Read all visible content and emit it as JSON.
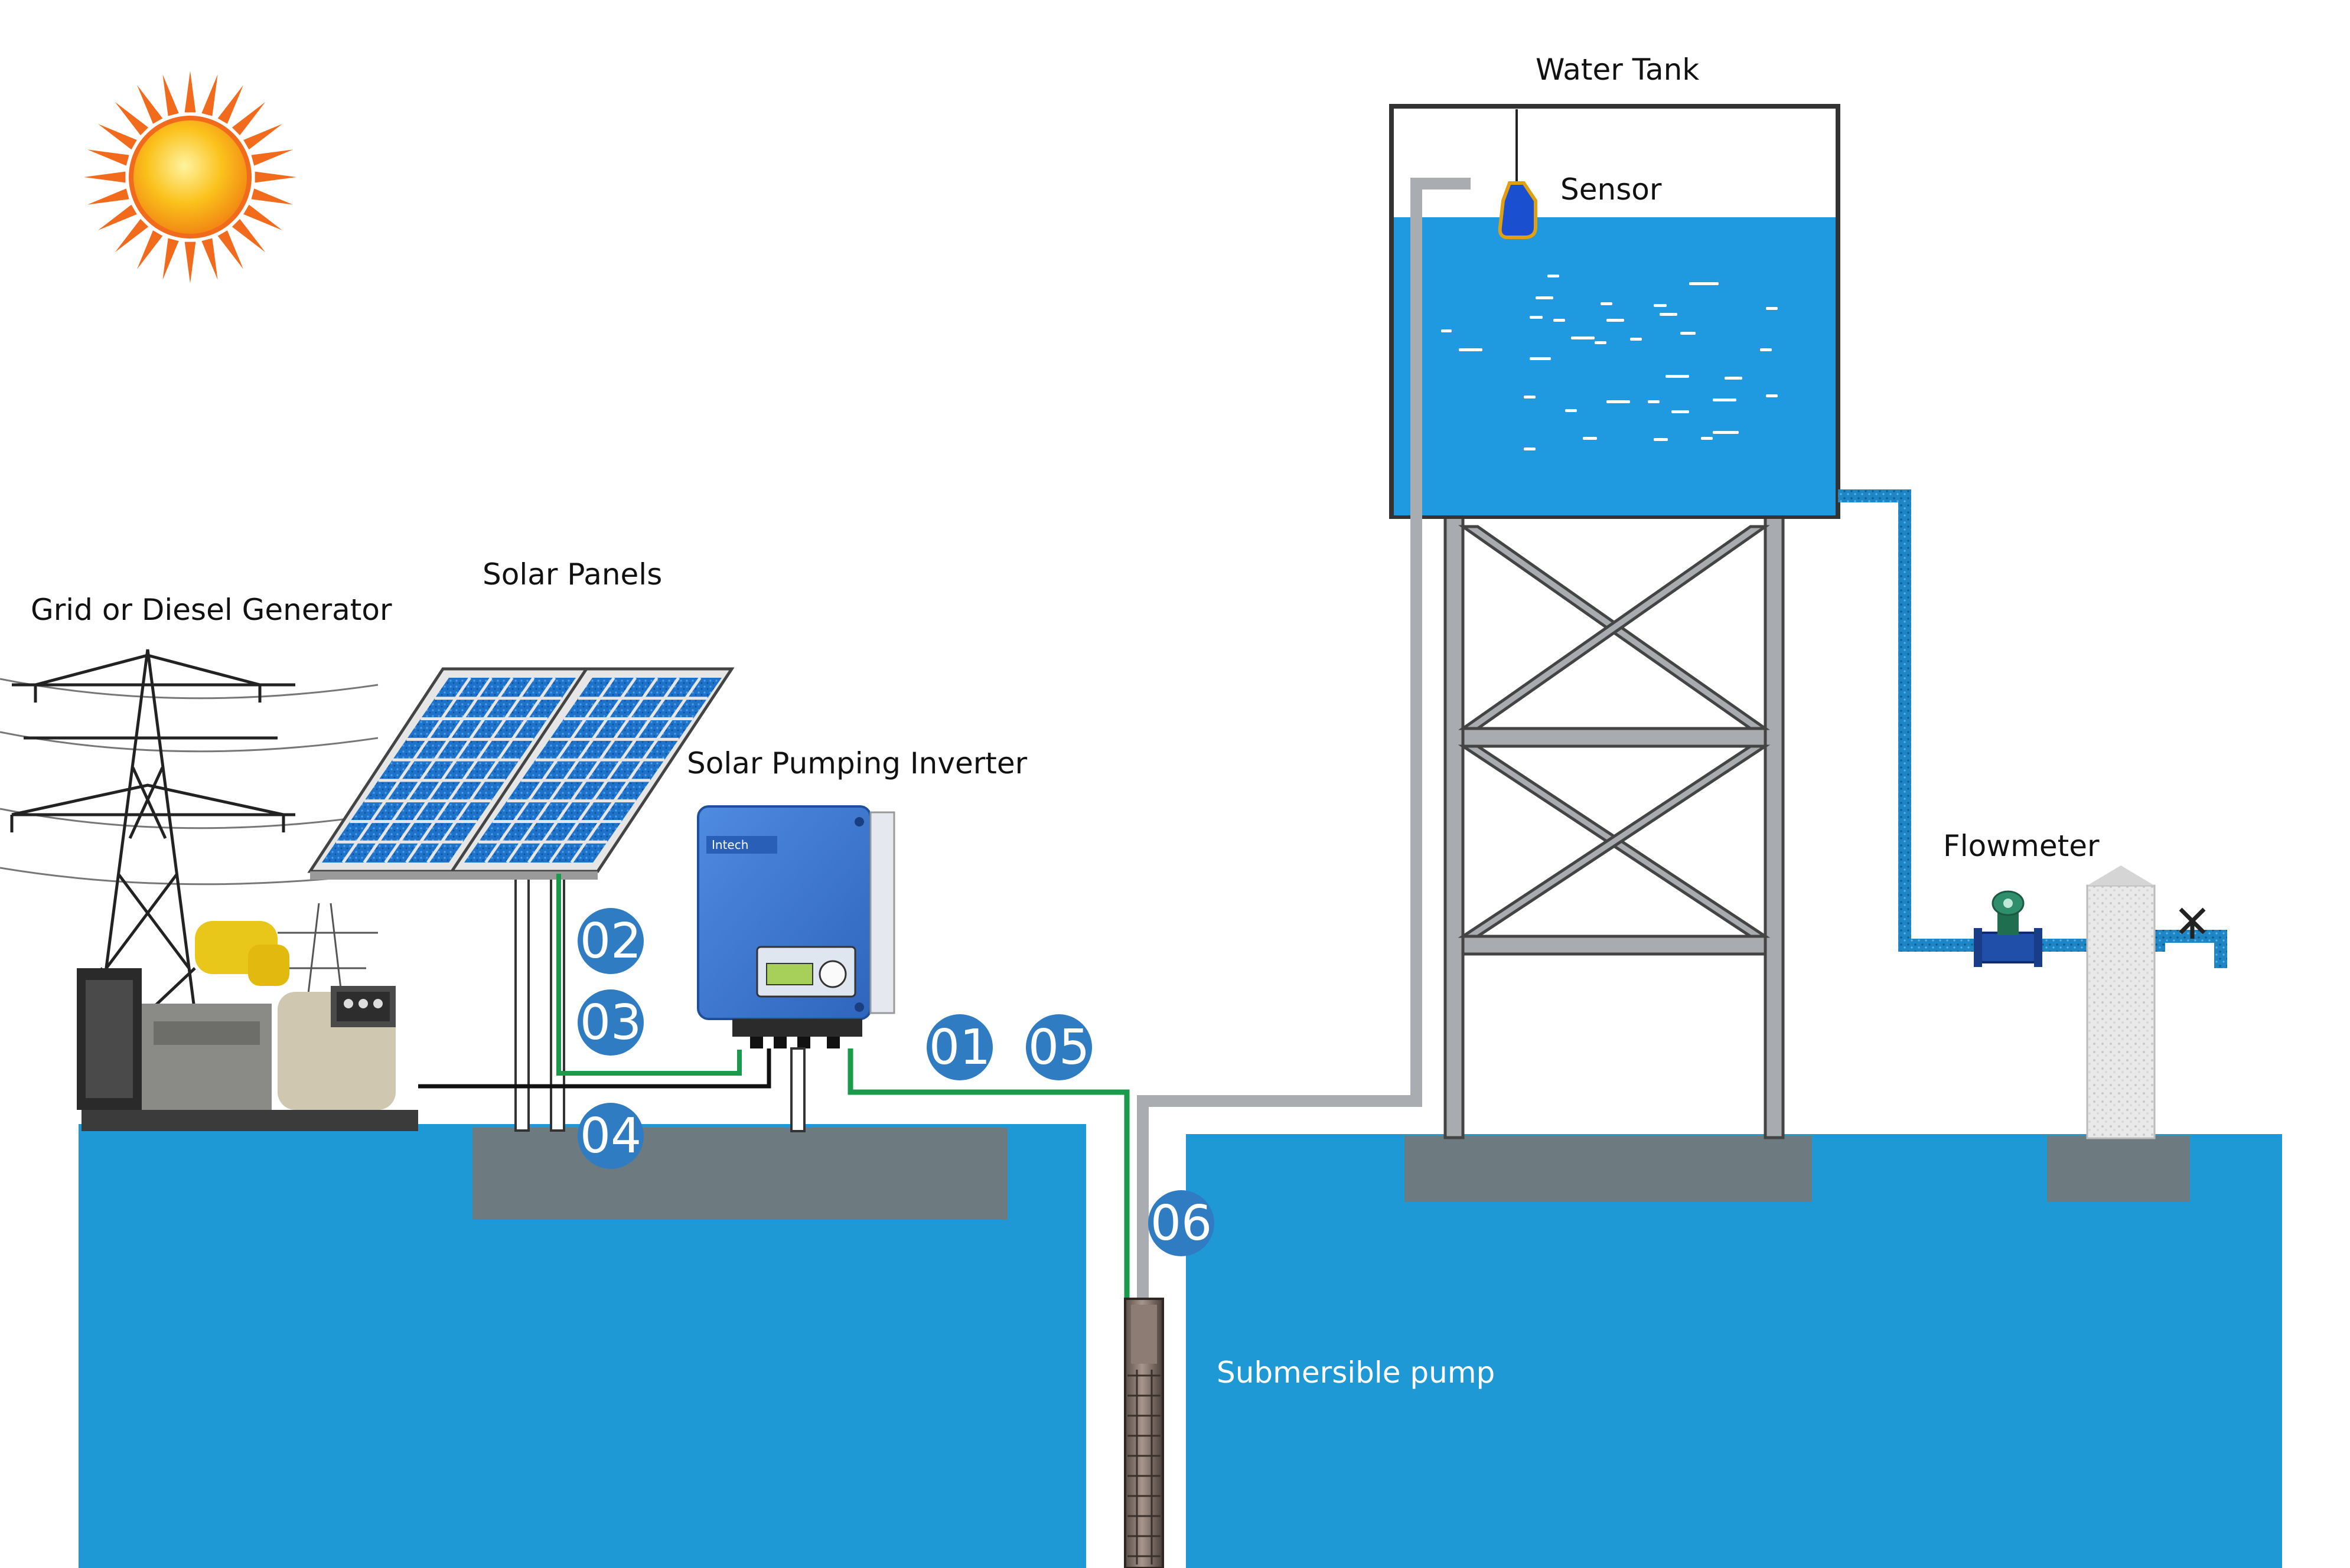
{
  "labels": {
    "water_tank": "Water Tank",
    "sensor": "Sensor",
    "solar_panels": "Solar Panels",
    "grid_generator": "Grid or Diesel Generator",
    "solar_inverter": "Solar Pumping Inverter",
    "flowmeter": "Flowmeter",
    "submersible_pump": "Submersible pump"
  },
  "markers": {
    "m01": "01",
    "m02": "02",
    "m03": "03",
    "m04": "04",
    "m05": "05",
    "m06": "06"
  },
  "inverter_brand": "Intech",
  "colors": {
    "ground_blue": "#1f98d6",
    "water_blue": "#1f9ae0",
    "marker_blue": "#2f7cc3",
    "cable_green": "#1a9a4a",
    "pipe_gray": "#a9adb1",
    "concrete_gray": "#6d7a80",
    "frame_gray": "#a8acb0",
    "panel_blue": "#1d6fc4",
    "inverter_blue": "#3d79d1",
    "sun_orange": "#f26a1b",
    "sun_yellow": "#f9c21a"
  }
}
